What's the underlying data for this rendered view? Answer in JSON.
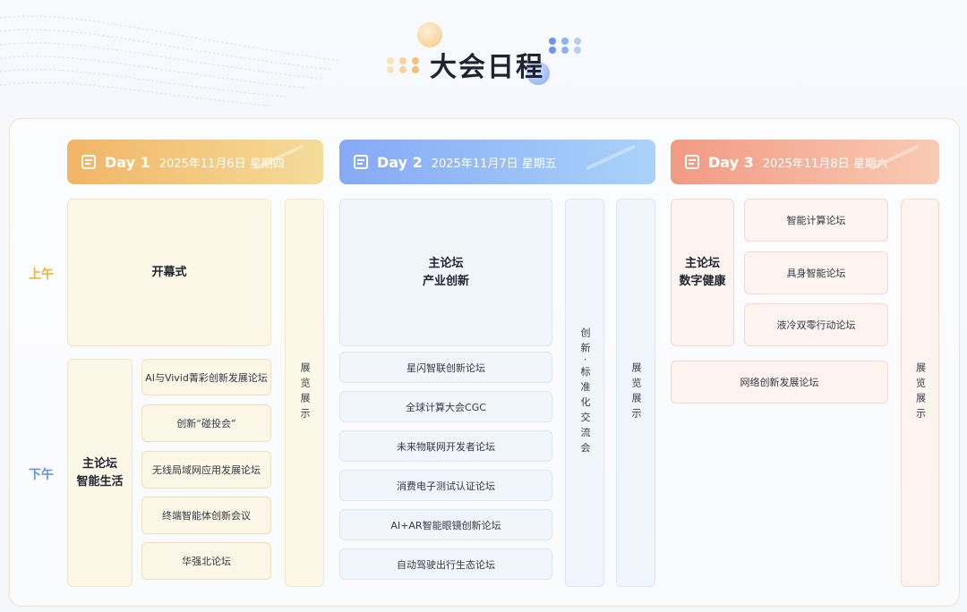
{
  "title": "大会日程",
  "colors": {
    "day1": "#f1b566",
    "day2": "#86a9f6",
    "day3": "#f29a83",
    "am": "#f0b340",
    "pm": "#6a93e6"
  },
  "periods": {
    "am": "上午",
    "pm": "下午"
  },
  "days": [
    {
      "name": "Day 1",
      "date": "2025年11月6日 星期四",
      "icon": "calendar-icon"
    },
    {
      "name": "Day 2",
      "date": "2025年11月7日 星期五",
      "icon": "calendar-icon"
    },
    {
      "name": "Day 3",
      "date": "2025年11月8日 星期六",
      "icon": "calendar-icon"
    }
  ],
  "day1": {
    "am_main": "开幕式",
    "pm_main_1": "主论坛",
    "pm_main_2": "智能生活",
    "pm_forums": [
      "AI与Vivid菁彩创新发展论坛",
      "创新“碰投会”",
      "无线局域网应用发展论坛",
      "终端智能体创新会议",
      "华强北论坛"
    ],
    "expo": "展览展示"
  },
  "day2": {
    "am_main_1": "主论坛",
    "am_main_2": "产业创新",
    "forums": [
      "星闪智联创新论坛",
      "全球计算大会CGC",
      "未来物联网开发者论坛",
      "消费电子测试认证论坛",
      "AI+AR智能眼镜创新论坛",
      "自动驾驶出行生态论坛"
    ],
    "standard": "创新·标准化交流会",
    "expo": "展览展示"
  },
  "day3": {
    "am_main_1": "主论坛",
    "am_main_2": "数字健康",
    "am_forums": [
      "智能计算论坛",
      "具身智能论坛",
      "液冷双零行动论坛"
    ],
    "pm_forum": "网络创新发展论坛",
    "expo": "展览展示"
  }
}
